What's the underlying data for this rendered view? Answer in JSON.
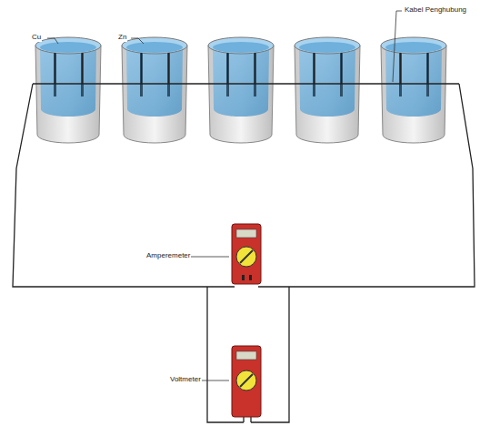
{
  "diagram": {
    "labels": [
      "Cu",
      "Zn",
      "Kabel Penghubung",
      "Amperemeter",
      "Voltmeter"
    ]
  }
}
